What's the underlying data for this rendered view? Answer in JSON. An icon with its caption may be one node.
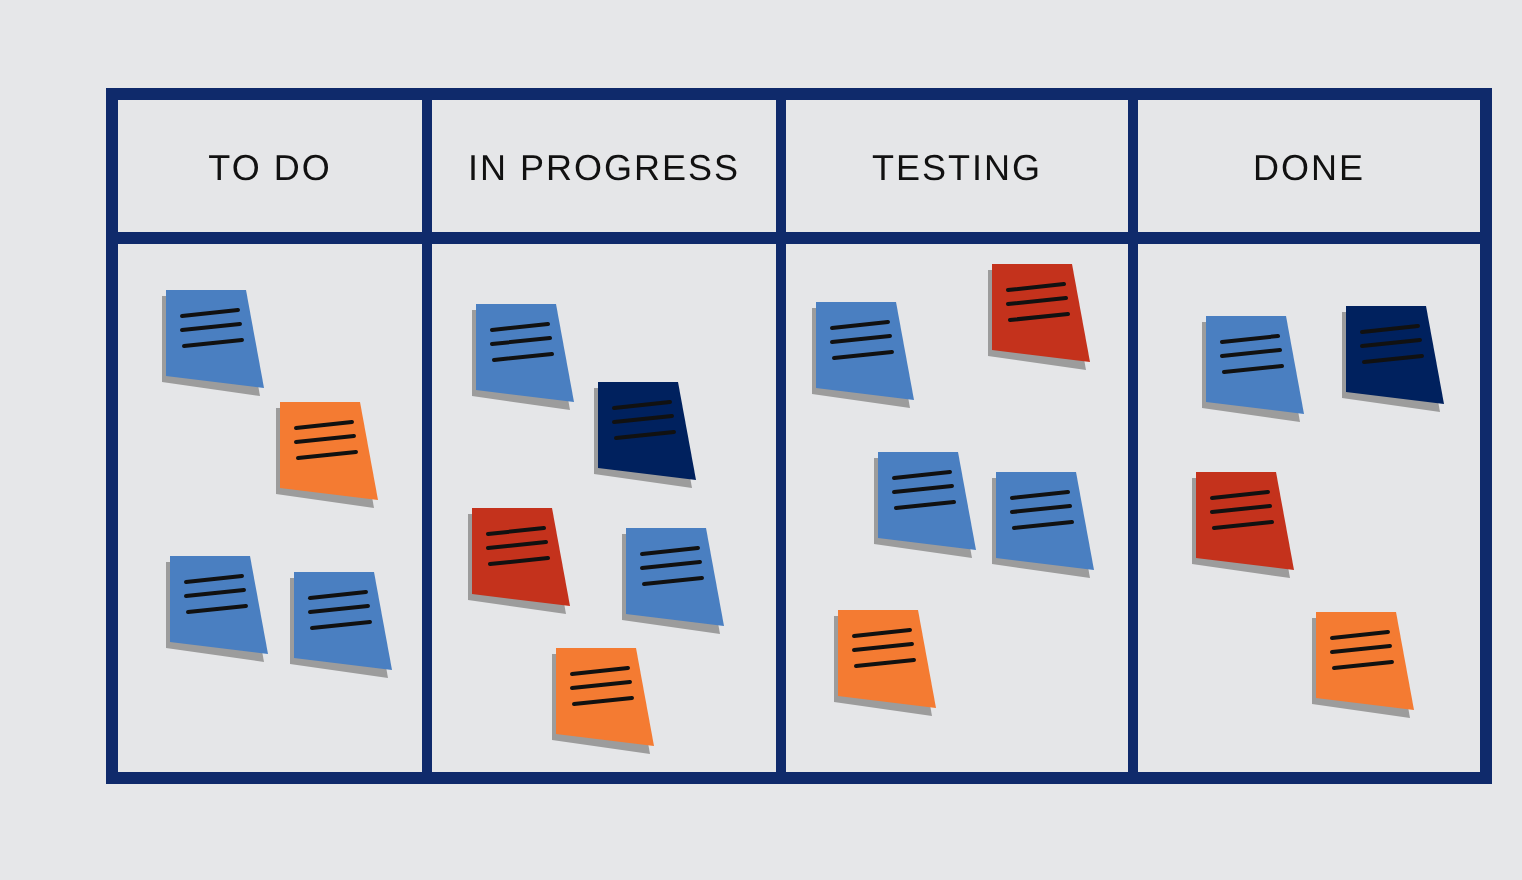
{
  "diagram": {
    "nodes": [
      {
        "text": [
          "TO DO"
        ]
      },
      {
        "text": [],
        "shape": "note",
        "in": 0
      },
      {
        "text": [],
        "shape": "note",
        "in": 0
      },
      {
        "text": [],
        "shape": "note",
        "in": 0
      },
      {
        "text": [],
        "shape": "note",
        "in": 0
      },
      {
        "text": [
          "IN PROGRESS"
        ]
      },
      {
        "text": [],
        "shape": "note",
        "in": 5
      },
      {
        "text": [],
        "shape": "note",
        "in": 5
      },
      {
        "text": [],
        "shape": "note",
        "in": 5
      },
      {
        "text": [],
        "shape": "note",
        "in": 5
      },
      {
        "text": [],
        "shape": "note",
        "in": 5
      },
      {
        "text": [
          "TESTING"
        ]
      },
      {
        "text": [],
        "shape": "note",
        "in": 11
      },
      {
        "text": [],
        "shape": "note",
        "in": 11
      },
      {
        "text": [],
        "shape": "note",
        "in": 11
      },
      {
        "text": [],
        "shape": "note",
        "in": 11
      },
      {
        "text": [],
        "shape": "note",
        "in": 11
      },
      {
        "text": [
          "DONE"
        ]
      },
      {
        "text": [],
        "shape": "note",
        "in": 17
      },
      {
        "text": [],
        "shape": "note",
        "in": 17
      },
      {
        "text": [],
        "shape": "note",
        "in": 17
      },
      {
        "text": [],
        "shape": "note",
        "in": 17
      }
    ]
  }
}
